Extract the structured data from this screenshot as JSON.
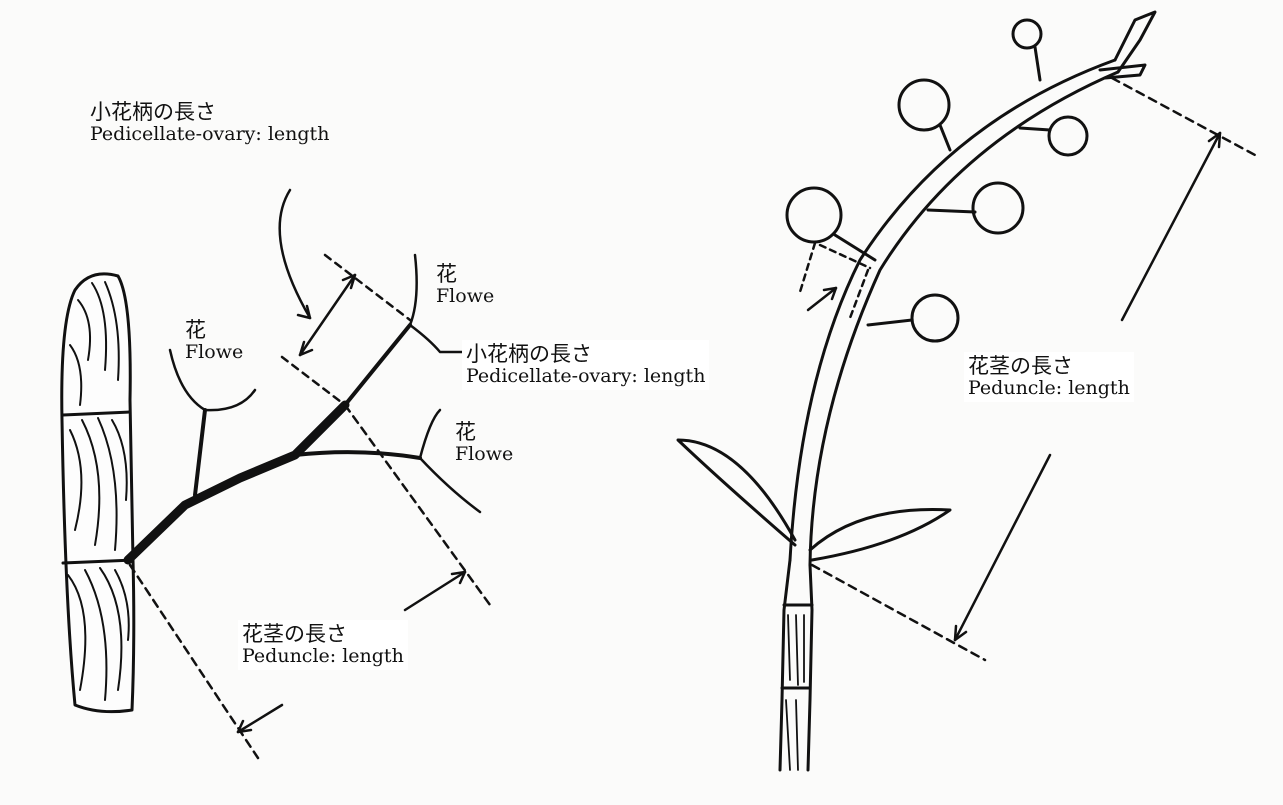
{
  "labels": {
    "left_pedicel_top": {
      "jp": "小花柄の長さ",
      "en": "Pedicellate-ovary: length"
    },
    "left_flower_upper": {
      "jp": "花",
      "en": "Flowe"
    },
    "left_flower_left": {
      "jp": "花",
      "en": "Flowe"
    },
    "left_pedicel_mid": {
      "jp": "小花柄の長さ",
      "en": "Pedicellate-ovary: length"
    },
    "left_flower_lower": {
      "jp": "花",
      "en": "Flowe"
    },
    "left_peduncle": {
      "jp": "花茎の長さ",
      "en": "Peduncle: length"
    },
    "right_peduncle": {
      "jp": "花茎の長さ",
      "en": "Peduncle: length"
    }
  },
  "colors": {
    "ink": "#111111",
    "paper": "#fbfbfa"
  }
}
